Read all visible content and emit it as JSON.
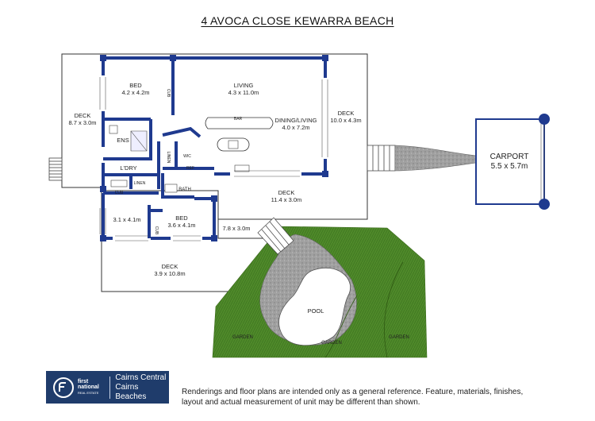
{
  "title": "4 AVOCA CLOSE KEWARRA BEACH",
  "rooms": {
    "bed1": {
      "name": "BED",
      "size": "4.2 x 4.2m"
    },
    "living": {
      "name": "LIVING",
      "size": "4.3 x 11.0m"
    },
    "dining": {
      "name": "DINING/LIVING",
      "size": "4.0 x 7.2m"
    },
    "deck_left": {
      "name": "DECK",
      "size": "8.7 x 3.0m"
    },
    "deck_right": {
      "name": "DECK",
      "size": "10.0 x 4.3m"
    },
    "deck_mid": {
      "name": "DECK",
      "size": "11.4 x 3.0m"
    },
    "deck_lower_small": {
      "name": "",
      "size": "7.8 x 3.0m"
    },
    "deck_bottom": {
      "name": "DECK",
      "size": "3.9 x 10.8m"
    },
    "bed2": {
      "name": "BED",
      "size": "3.6 x 4.1m"
    },
    "bed3": {
      "name": "",
      "size": "3.1 x 4.1m"
    },
    "carport": {
      "name": "CARPORT",
      "size": "5.5 x 5.7m"
    }
  },
  "labels": {
    "ens": "ENS",
    "ldry": "L'DRY",
    "linen1": "LINEN",
    "linen2": "LINEN",
    "cub1": "CUB",
    "cub2": "CUB",
    "cub3": "CUB",
    "wic": "WIC",
    "ref": "REF",
    "bath": "BATH",
    "bar": "BAR",
    "pool": "POOL",
    "garden1": "GARDEN",
    "garden2": "GARDEN",
    "garden3": "GARDEN"
  },
  "logo": {
    "line1": "first",
    "line2": "national",
    "line3": "REAL ESTATE",
    "office1": "Cairns Central",
    "office2": "Cairns Beaches"
  },
  "disclaimer": "Renderings and floor plans are intended only as a general reference. Feature, materials, finishes, layout and actual measurement of unit may be different than shown.",
  "colors": {
    "wall": "#1f3a8f",
    "garden": "#4f8a2a",
    "pool_surround": "#9a9a9a",
    "logo_bg": "#1f3c6b"
  }
}
